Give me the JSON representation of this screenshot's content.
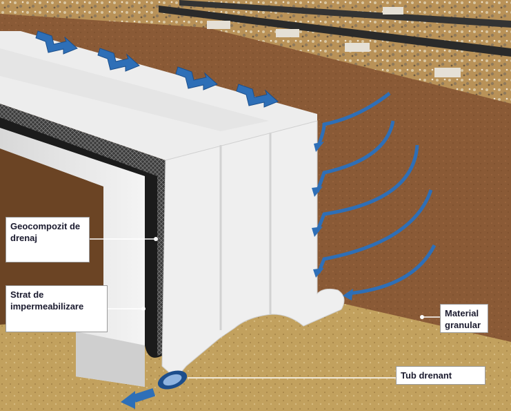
{
  "labels": {
    "geocompozit": "Geocompozit de\n drenaj",
    "strat": "Strat de\nimpermeabilizare",
    "material": "Material\ngranular",
    "tub": "Tub drenant"
  },
  "colors": {
    "soil": "#8a5a36",
    "ground_surface": "#b58f52",
    "concrete": "#e6e6e6",
    "geotextile": "#f0f0f0",
    "membrane": "#1b1b1b",
    "arrow": "#2e6fb7",
    "label_text": "#1a1a2e"
  },
  "icons": [
    "flow-arrow-icon",
    "drain-pipe-icon"
  ]
}
